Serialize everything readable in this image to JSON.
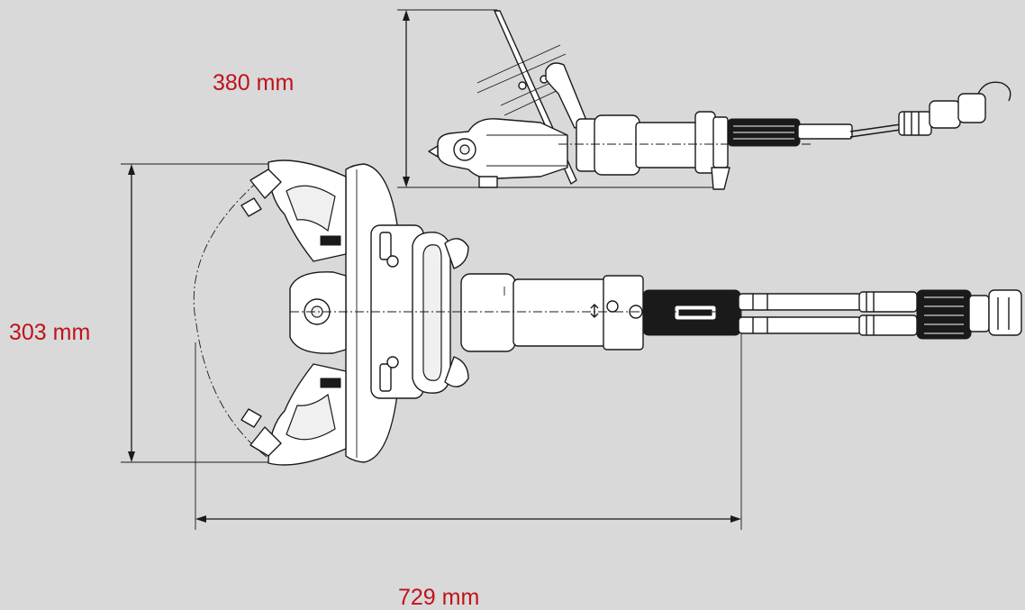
{
  "dimensions": {
    "height": "380 mm",
    "width": "303 mm",
    "length": "729 mm"
  },
  "colors": {
    "background": "#d9d9d9",
    "label": "#c0121a",
    "line": "#1a1a1a"
  }
}
